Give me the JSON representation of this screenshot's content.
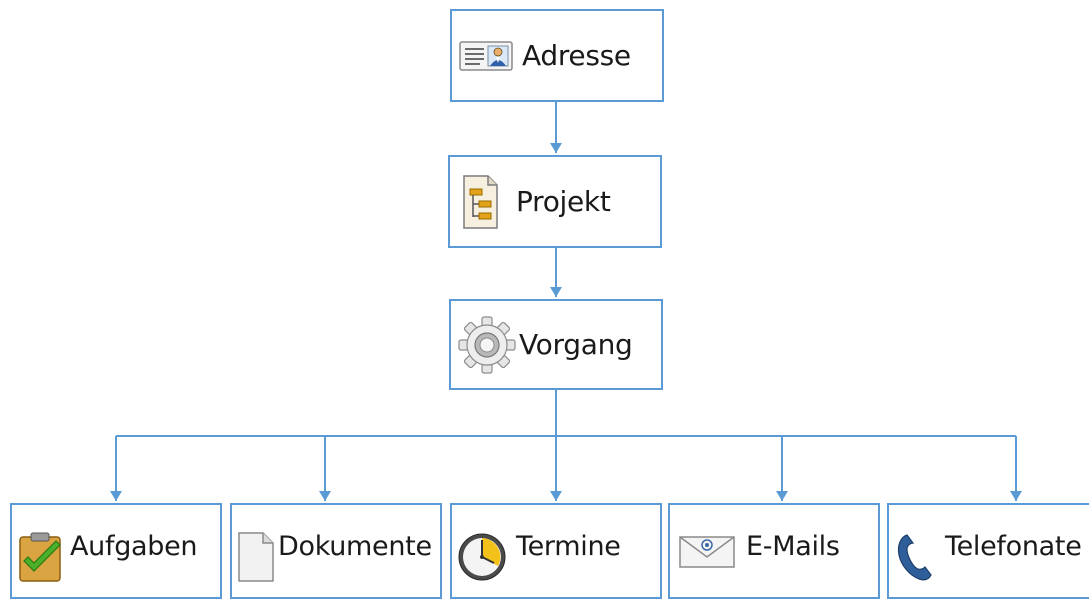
{
  "diagram": {
    "nodes": {
      "adresse": {
        "label": "Adresse",
        "icon": "address-card-icon"
      },
      "projekt": {
        "label": "Projekt",
        "icon": "project-tree-icon"
      },
      "vorgang": {
        "label": "Vorgang",
        "icon": "gear-icon"
      },
      "aufgaben": {
        "label": "Aufgaben",
        "icon": "clipboard-check-icon"
      },
      "dokumente": {
        "label": "Dokumente",
        "icon": "document-icon"
      },
      "termine": {
        "label": "Termine",
        "icon": "clock-icon"
      },
      "emails": {
        "label": "E-Mails",
        "icon": "envelope-icon"
      },
      "telefonate": {
        "label": "Telefonate",
        "icon": "phone-icon"
      }
    },
    "edges": [
      [
        "adresse",
        "projekt"
      ],
      [
        "projekt",
        "vorgang"
      ],
      [
        "vorgang",
        "aufgaben"
      ],
      [
        "vorgang",
        "dokumente"
      ],
      [
        "vorgang",
        "termine"
      ],
      [
        "vorgang",
        "emails"
      ],
      [
        "vorgang",
        "telefonate"
      ]
    ],
    "colors": {
      "connector": "#5b9bd5",
      "node_border": "#5b9bd5",
      "text": "#1a1a1a"
    }
  }
}
